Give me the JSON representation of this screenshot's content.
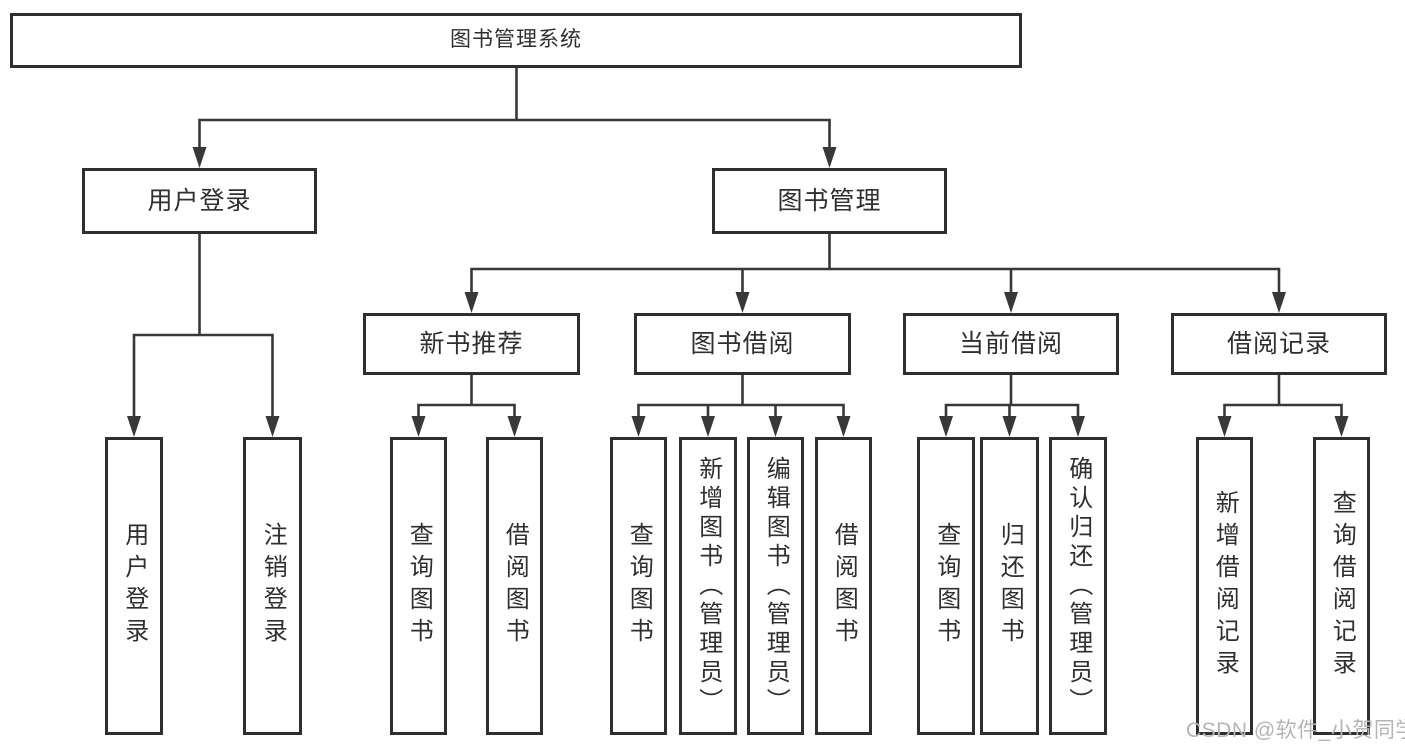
{
  "diagram_type": "hierarchy-tree",
  "colors": {
    "background": "#ffffff",
    "box_border": "#2e2e2e",
    "line": "#383838",
    "text": "#2f2f2f",
    "watermark": "#b5b5b5"
  },
  "tree": {
    "label": "图书管理系统",
    "children": [
      {
        "label": "用户登录",
        "children": [
          {
            "label": "用户登录"
          },
          {
            "label": "注销登录"
          }
        ]
      },
      {
        "label": "图书管理",
        "children": [
          {
            "label": "新书推荐",
            "children": [
              {
                "label": "查询图书"
              },
              {
                "label": "借阅图书"
              }
            ]
          },
          {
            "label": "图书借阅",
            "children": [
              {
                "label": "查询图书"
              },
              {
                "label": "新增图书（管理员）"
              },
              {
                "label": "编辑图书（管理员）"
              },
              {
                "label": "借阅图书"
              }
            ]
          },
          {
            "label": "当前借阅",
            "children": [
              {
                "label": "查询图书"
              },
              {
                "label": "归还图书"
              },
              {
                "label": "确认归还（管理员）"
              }
            ]
          },
          {
            "label": "借阅记录",
            "children": [
              {
                "label": "新增借阅记录"
              },
              {
                "label": "查询借阅记录"
              }
            ]
          }
        ]
      }
    ]
  },
  "watermark": {
    "text": "CSDN @软件_小贺同学"
  }
}
